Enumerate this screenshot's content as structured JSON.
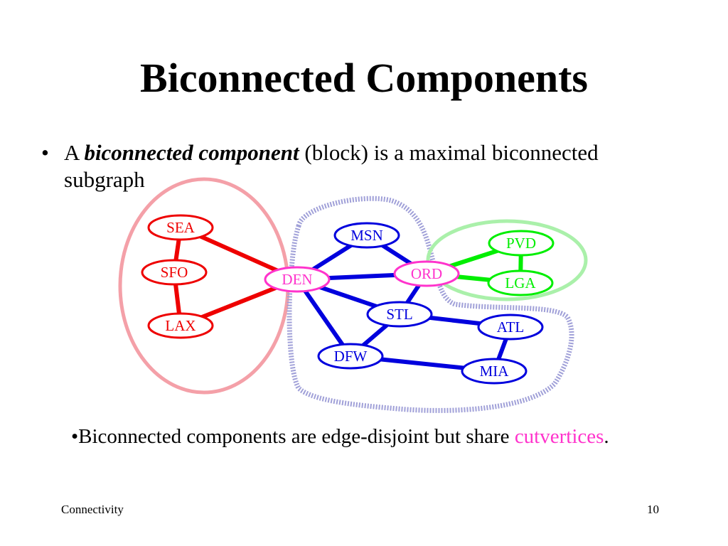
{
  "slide": {
    "title": "Biconnected Components",
    "bullet_marker": "•",
    "bullet_pre": "A ",
    "bullet_term": "biconnected component",
    "bullet_post": " (block) is a maximal biconnected subgraph",
    "note_pre": "•Biconnected components are edge-disjoint but share ",
    "note_highlight": "cutvertices",
    "note_post": ".",
    "footer_left": "Connectivity",
    "footer_right": "10"
  },
  "colors": {
    "red_component": "#ee0000",
    "blue_component": "#0000dd",
    "green_component": "#00ee00",
    "cutvertex": "#ff33cc",
    "red_region": "#f4a0a8",
    "green_region": "#aaf0aa",
    "blue_region": "#a0a0d8"
  },
  "graph": {
    "nodes": [
      {
        "id": "SEA",
        "label": "SEA",
        "component": "red"
      },
      {
        "id": "SFO",
        "label": "SFO",
        "component": "red"
      },
      {
        "id": "LAX",
        "label": "LAX",
        "component": "red"
      },
      {
        "id": "DEN",
        "label": "DEN",
        "component": "cut"
      },
      {
        "id": "MSN",
        "label": "MSN",
        "component": "blue"
      },
      {
        "id": "ORD",
        "label": "ORD",
        "component": "cut"
      },
      {
        "id": "PVD",
        "label": "PVD",
        "component": "green"
      },
      {
        "id": "LGA",
        "label": "LGA",
        "component": "green"
      },
      {
        "id": "STL",
        "label": "STL",
        "component": "blue"
      },
      {
        "id": "ATL",
        "label": "ATL",
        "component": "blue"
      },
      {
        "id": "DFW",
        "label": "DFW",
        "component": "blue"
      },
      {
        "id": "MIA",
        "label": "MIA",
        "component": "blue"
      }
    ],
    "edges": [
      {
        "from": "SEA",
        "to": "SFO",
        "component": "red"
      },
      {
        "from": "SFO",
        "to": "LAX",
        "component": "red"
      },
      {
        "from": "SEA",
        "to": "DEN",
        "component": "red"
      },
      {
        "from": "LAX",
        "to": "DEN",
        "component": "red"
      },
      {
        "from": "DEN",
        "to": "MSN",
        "component": "blue"
      },
      {
        "from": "DEN",
        "to": "ORD",
        "component": "blue"
      },
      {
        "from": "DEN",
        "to": "STL",
        "component": "blue"
      },
      {
        "from": "DEN",
        "to": "DFW",
        "component": "blue"
      },
      {
        "from": "MSN",
        "to": "ORD",
        "component": "blue"
      },
      {
        "from": "ORD",
        "to": "STL",
        "component": "blue"
      },
      {
        "from": "STL",
        "to": "DFW",
        "component": "blue"
      },
      {
        "from": "STL",
        "to": "ATL",
        "component": "blue"
      },
      {
        "from": "ATL",
        "to": "MIA",
        "component": "blue"
      },
      {
        "from": "DFW",
        "to": "MIA",
        "component": "blue"
      },
      {
        "from": "ORD",
        "to": "PVD",
        "component": "green"
      },
      {
        "from": "ORD",
        "to": "LGA",
        "component": "green"
      },
      {
        "from": "PVD",
        "to": "LGA",
        "component": "green"
      }
    ]
  }
}
